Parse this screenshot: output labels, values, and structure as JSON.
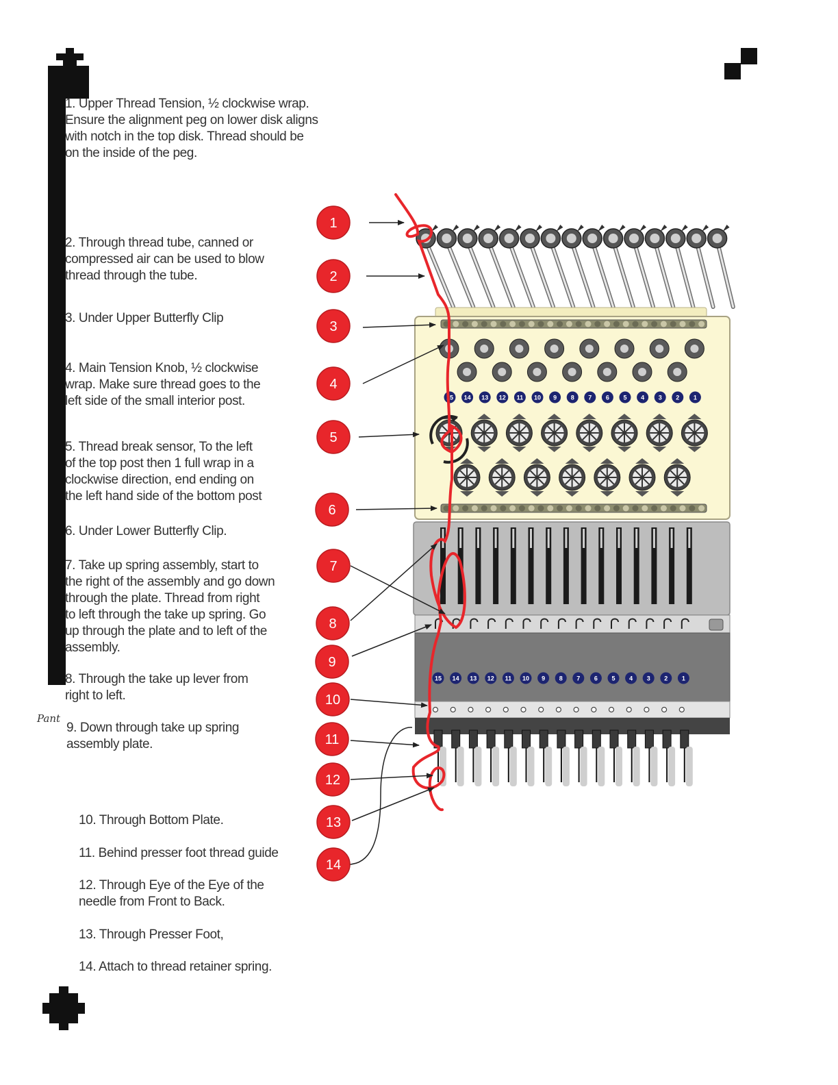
{
  "steps": [
    {
      "text": "1. Upper Thread Tension, ½ clockwise wrap.\nEnsure the alignment peg on lower disk aligns\nwith notch in the top disk. Thread should be\non the inside of the peg."
    },
    {
      "text": "2. Through thread tube, canned or\ncompressed air can be used to blow\nthread through the tube."
    },
    {
      "text": "3. Under Upper Butterfly Clip"
    },
    {
      "text": "4. Main Tension Knob, ½ clockwise\nwrap.  Make sure thread goes to the\nleft side of the small interior post."
    },
    {
      "text": "5. Thread break sensor, To the left\nof the top post then 1 full wrap in a\nclockwise direction, end ending on\nthe left hand side of the bottom post"
    },
    {
      "text": "6. Under Lower Butterfly Clip."
    },
    {
      "text": "7. Take up spring assembly, start to\nthe right of the assembly and go down\nthrough the plate.  Thread from right\nto left through the take up spring. Go\nup through the plate and to left of the\nassembly."
    },
    {
      "text": "8. Through the take up lever from\nright to left."
    },
    {
      "text": "9. Down through take up spring\nassembly plate."
    },
    {
      "text": "10. Through Bottom Plate."
    },
    {
      "text": "11. Behind presser foot thread guide"
    },
    {
      "text": "12. Through Eye of the Eye of the\nneedle from Front to Back."
    },
    {
      "text": "13. Through Presser Foot,"
    },
    {
      "text": "14. Attach to thread retainer spring."
    }
  ],
  "callouts": [
    "1",
    "2",
    "3",
    "4",
    "5",
    "6",
    "7",
    "8",
    "9",
    "10",
    "11",
    "12",
    "13",
    "14"
  ],
  "head_numbers": [
    "15",
    "14",
    "13",
    "12",
    "11",
    "10",
    "9",
    "8",
    "7",
    "6",
    "5",
    "4",
    "3",
    "2",
    "1"
  ],
  "footer_text": "Pant",
  "colors": {
    "callout_red": "#e8262b",
    "thread_red": "#e8262b",
    "panel_cream": "#fbf7d3",
    "number_navy": "#1c2470"
  }
}
